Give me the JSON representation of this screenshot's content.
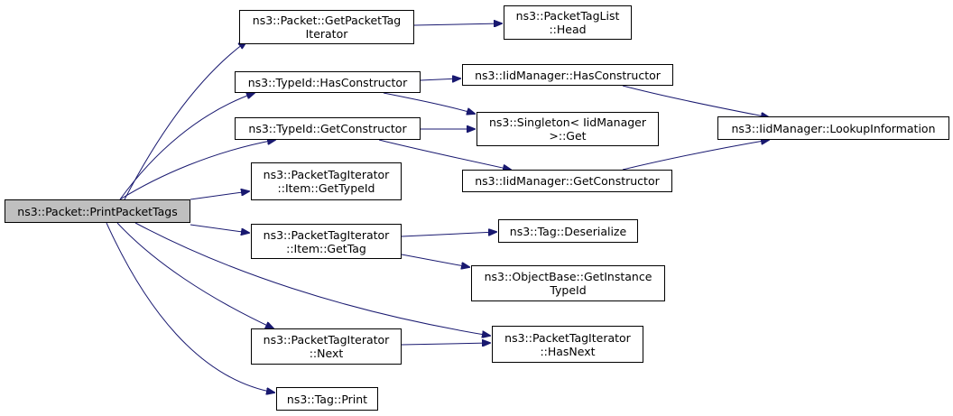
{
  "diagram": {
    "type": "call-graph",
    "colors": {
      "edge": "#191970",
      "node_border": "#000000",
      "root_fill": "#bfbfbf",
      "node_fill": "#ffffff"
    },
    "nodes": [
      {
        "id": "print_packet_tags",
        "lines": [
          "ns3::Packet::PrintPacketTags"
        ],
        "root": true
      },
      {
        "id": "get_packet_tag_iterator",
        "lines": [
          "ns3::Packet::GetPacketTag",
          "Iterator"
        ]
      },
      {
        "id": "packet_tag_list_head",
        "lines": [
          "ns3::PacketTagList",
          "::Head"
        ]
      },
      {
        "id": "typeid_has_constructor",
        "lines": [
          "ns3::TypeId::HasConstructor"
        ]
      },
      {
        "id": "iid_has_constructor",
        "lines": [
          "ns3::IidManager::HasConstructor"
        ]
      },
      {
        "id": "iid_lookup_information",
        "lines": [
          "ns3::IidManager::LookupInformation"
        ]
      },
      {
        "id": "typeid_get_constructor",
        "lines": [
          "ns3::TypeId::GetConstructor"
        ]
      },
      {
        "id": "singleton_get",
        "lines": [
          "ns3::Singleton< IidManager",
          " >::Get"
        ]
      },
      {
        "id": "iid_get_constructor",
        "lines": [
          "ns3::IidManager::GetConstructor"
        ]
      },
      {
        "id": "item_get_type_id",
        "lines": [
          "ns3::PacketTagIterator",
          "::Item::GetTypeId"
        ]
      },
      {
        "id": "item_get_tag",
        "lines": [
          "ns3::PacketTagIterator",
          "::Item::GetTag"
        ]
      },
      {
        "id": "tag_deserialize",
        "lines": [
          "ns3::Tag::Deserialize"
        ]
      },
      {
        "id": "object_base_get_instance_type_id",
        "lines": [
          "ns3::ObjectBase::GetInstance",
          "TypeId"
        ]
      },
      {
        "id": "iterator_next",
        "lines": [
          "ns3::PacketTagIterator",
          "::Next"
        ]
      },
      {
        "id": "iterator_has_next",
        "lines": [
          "ns3::PacketTagIterator",
          "::HasNext"
        ]
      },
      {
        "id": "tag_print",
        "lines": [
          "ns3::Tag::Print"
        ]
      }
    ],
    "edges": [
      {
        "from": "print_packet_tags",
        "to": "get_packet_tag_iterator"
      },
      {
        "from": "print_packet_tags",
        "to": "typeid_has_constructor"
      },
      {
        "from": "print_packet_tags",
        "to": "typeid_get_constructor"
      },
      {
        "from": "print_packet_tags",
        "to": "item_get_type_id"
      },
      {
        "from": "print_packet_tags",
        "to": "item_get_tag"
      },
      {
        "from": "print_packet_tags",
        "to": "iterator_has_next"
      },
      {
        "from": "print_packet_tags",
        "to": "iterator_next"
      },
      {
        "from": "print_packet_tags",
        "to": "tag_print"
      },
      {
        "from": "get_packet_tag_iterator",
        "to": "packet_tag_list_head"
      },
      {
        "from": "typeid_has_constructor",
        "to": "iid_has_constructor"
      },
      {
        "from": "typeid_has_constructor",
        "to": "singleton_get"
      },
      {
        "from": "iid_has_constructor",
        "to": "iid_lookup_information"
      },
      {
        "from": "typeid_get_constructor",
        "to": "singleton_get"
      },
      {
        "from": "typeid_get_constructor",
        "to": "iid_get_constructor"
      },
      {
        "from": "iid_get_constructor",
        "to": "iid_lookup_information"
      },
      {
        "from": "item_get_tag",
        "to": "tag_deserialize"
      },
      {
        "from": "item_get_tag",
        "to": "object_base_get_instance_type_id"
      },
      {
        "from": "iterator_next",
        "to": "iterator_has_next"
      }
    ]
  }
}
